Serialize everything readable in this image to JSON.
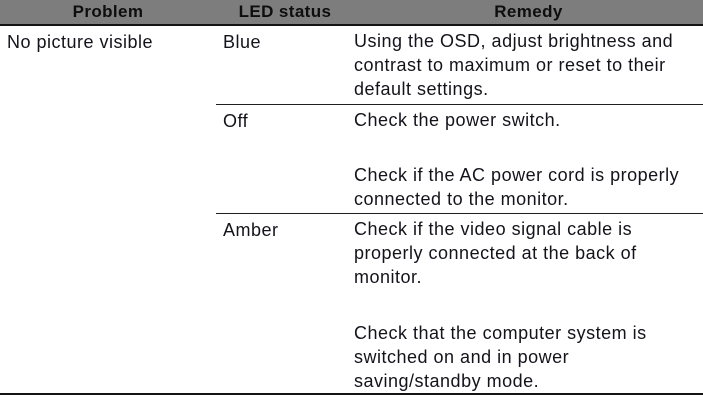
{
  "table": {
    "headers": [
      {
        "label": "Problem"
      },
      {
        "label": "LED status"
      },
      {
        "label": "Remedy"
      }
    ],
    "problem": "No picture visible",
    "rows": [
      {
        "led_status": "Blue",
        "remedies": [
          "Using the OSD, adjust brightness and contrast to maximum or reset to their default settings."
        ]
      },
      {
        "led_status": "Off",
        "remedies": [
          "Check the power switch.",
          "Check if the AC power cord is properly connected to the monitor."
        ]
      },
      {
        "led_status": "Amber",
        "remedies": [
          "Check if the video signal cable is properly connected at the back of monitor.",
          "Check that the computer system is switched on and in power saving/standby mode."
        ]
      }
    ]
  },
  "colors": {
    "header_bg": "#7d7d7d",
    "header_text": "#0e0e0e",
    "body_text": "#13131b",
    "rule_heavy": "#141414",
    "rule_light": "#1f1f1f"
  }
}
